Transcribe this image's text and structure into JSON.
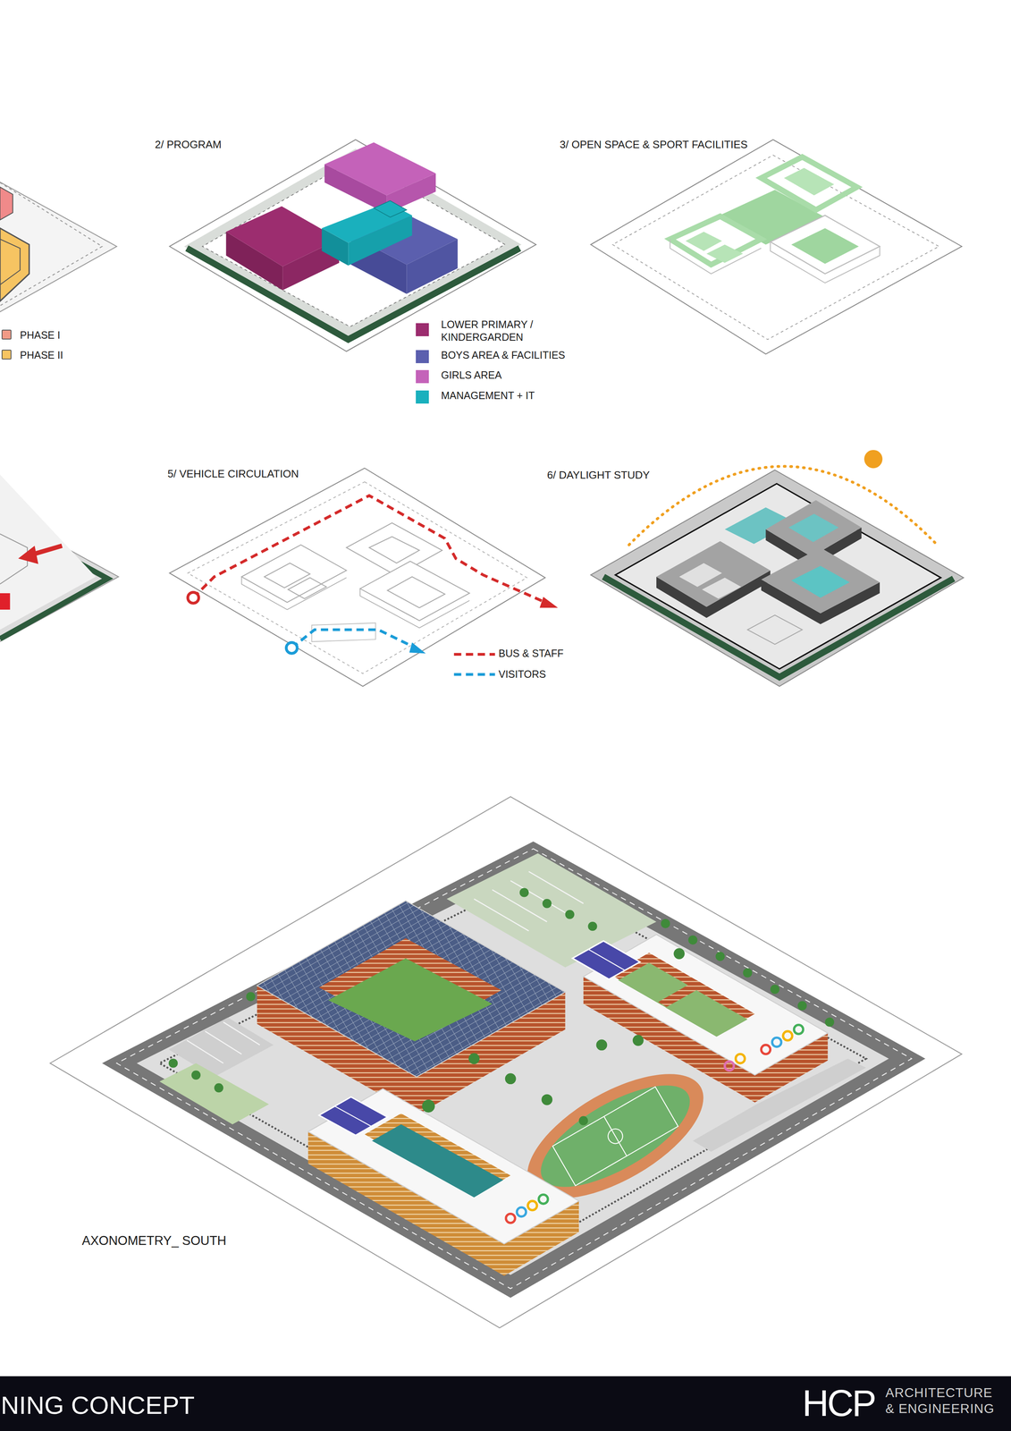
{
  "diagram": {
    "labels": [
      "2/ PROGRAM",
      "3/ OPEN SPACE & SPORT FACILITIES",
      "5/ VEHICLE CIRCULATION",
      "6/ DAYLIGHT STUDY",
      "AXONOMETRY_ SOUTH",
      "NING CONCEPT",
      "HCP",
      "ARCHITECTURE",
      "& ENGINEERING"
    ],
    "legend": [
      {
        "text": "PHASE I",
        "color": "#f19a86"
      },
      {
        "text": "PHASE II",
        "color": "#f6c462"
      },
      {
        "text": "LOWER PRIMARY / KINDERGARDEN",
        "color": "#9c2d6f"
      },
      {
        "text": "BOYS AREA & FACILITIES",
        "color": "#5b5fae"
      },
      {
        "text": "GIRLS AREA",
        "color": "#c462b9"
      },
      {
        "text": "MANAGEMENT + IT",
        "color": "#1ab0bd"
      },
      {
        "text": "BUS & STAFF"
      },
      {
        "text": "VISITORS"
      }
    ]
  }
}
